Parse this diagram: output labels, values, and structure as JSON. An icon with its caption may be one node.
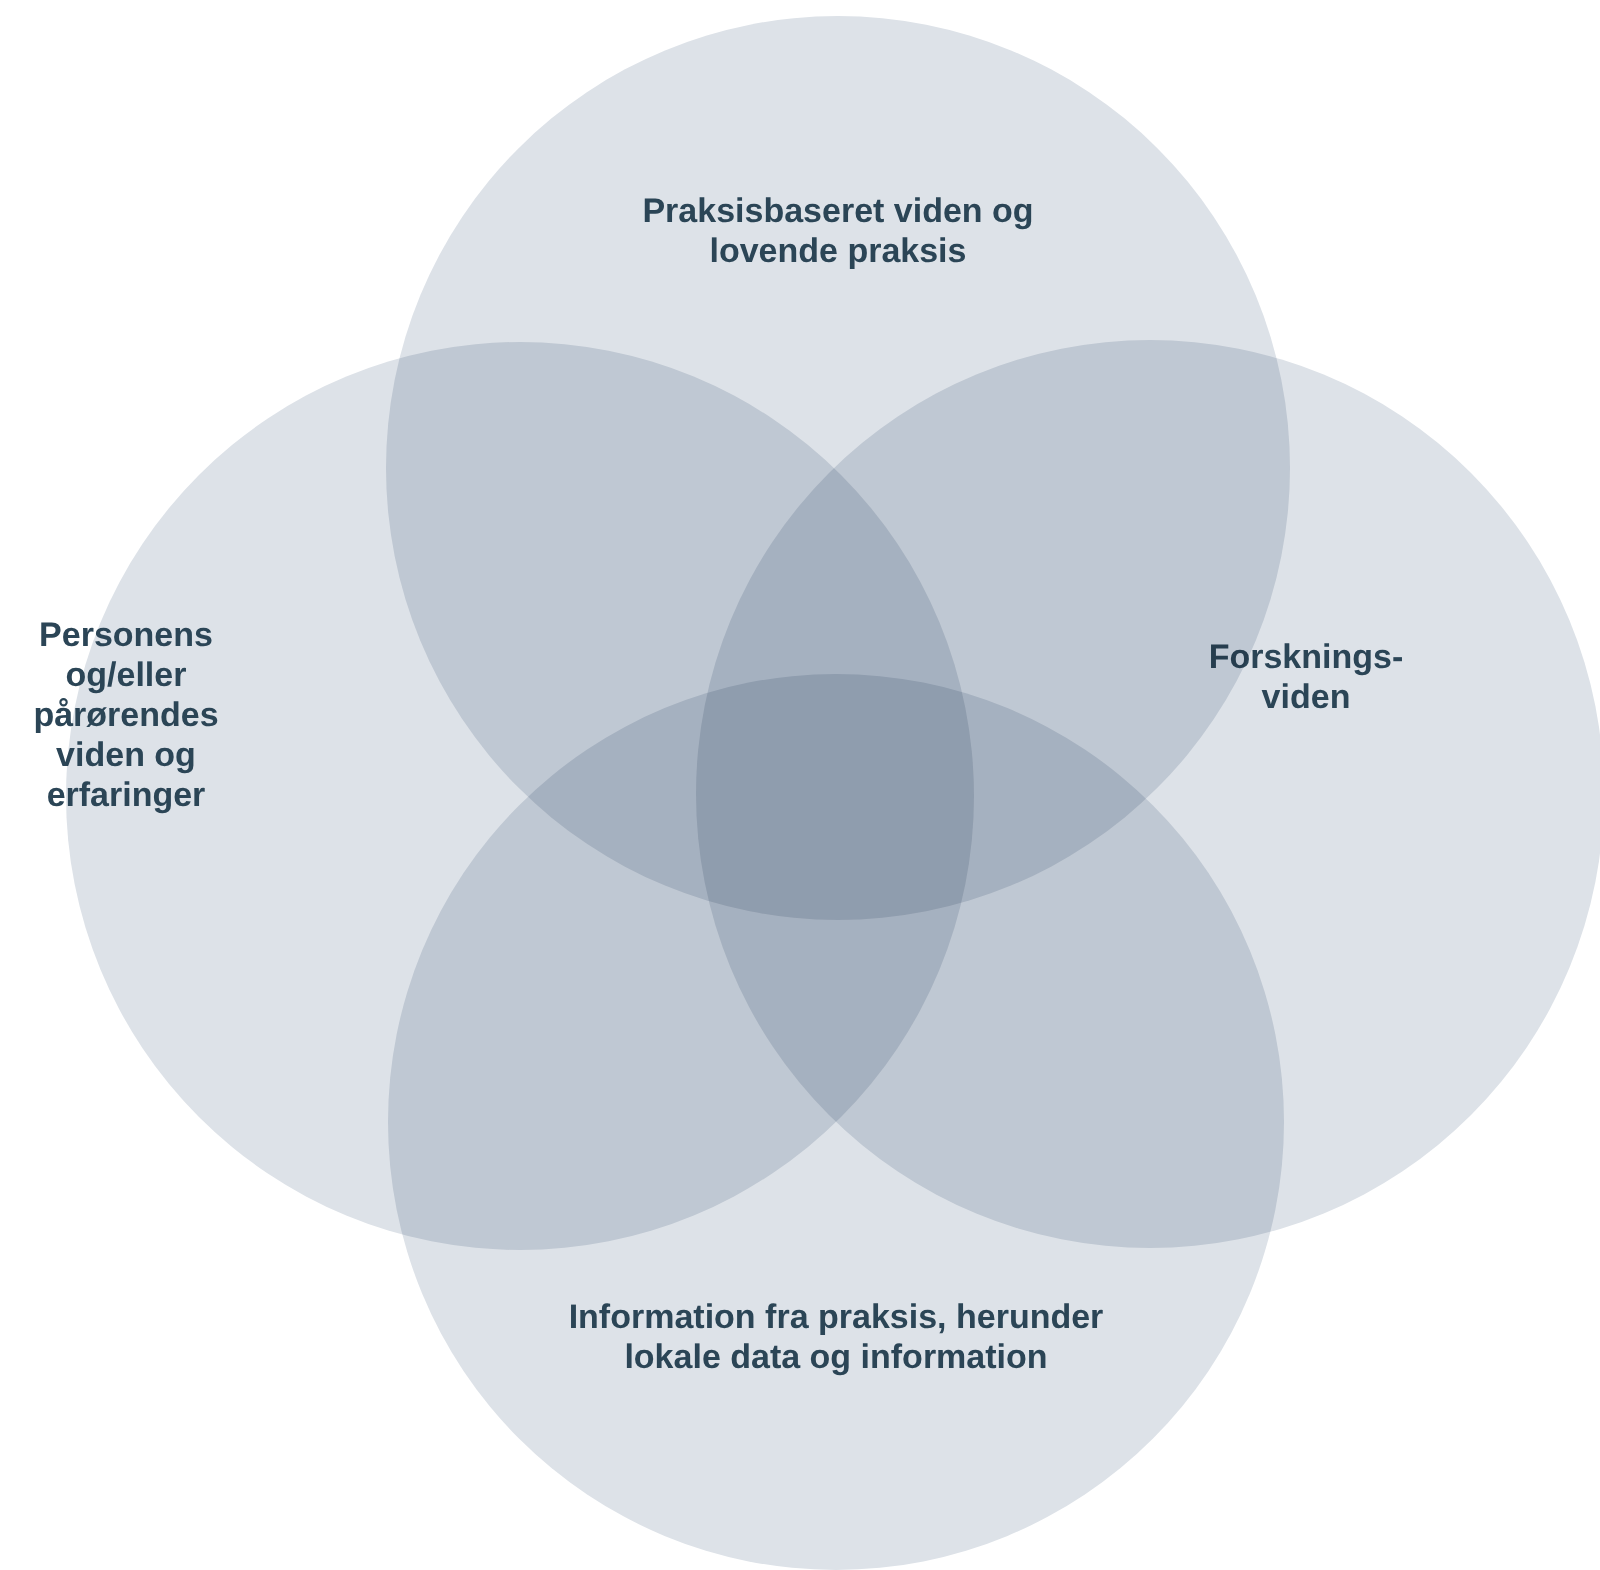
{
  "diagram": {
    "nodes": [
      {
        "text": [
          "Praksisbaseret viden og lovende praksis"
        ]
      },
      {
        "text": [
          "Personens og/eller pårørendes viden og erfaringer"
        ]
      },
      {
        "text": [
          "Forsknings- viden"
        ]
      },
      {
        "text": [
          "Information fra praksis, herunder lokale data og information"
        ]
      }
    ]
  }
}
